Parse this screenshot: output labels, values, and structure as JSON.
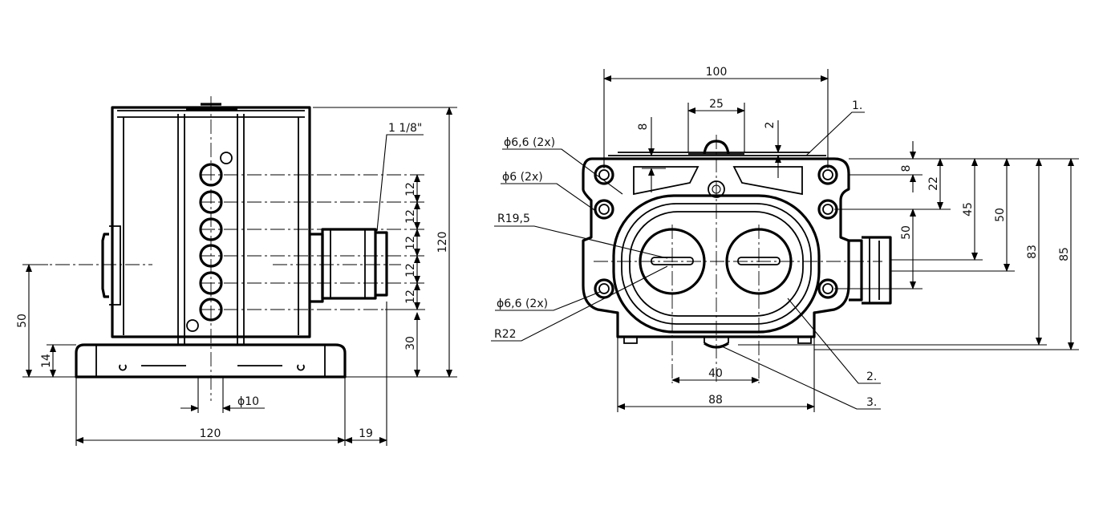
{
  "side_view": {
    "dims": {
      "pitch": "12",
      "height_total": "120",
      "height_base_plate": "30",
      "width_total": "120",
      "cable_gland_projection": "19",
      "hole_diameter": "ϕ10",
      "base_thickness": "14",
      "axis_height": "50",
      "gland_thread": "1 1/8\""
    }
  },
  "front_view": {
    "dims": {
      "width_top": "100",
      "slot_width": "25",
      "top_offset_left": "8",
      "top_offset_right": "2",
      "right_8": "8",
      "right_22": "22",
      "right_45": "45",
      "right_50": "50",
      "right_83": "83",
      "right_85": "85",
      "inner_50": "50",
      "button_spacing": "40",
      "body_width": "88",
      "hole_66_top": "ϕ6,6 (2x)",
      "hole_6": "ϕ6 (2x)",
      "hole_66_bottom": "ϕ6,6 (2x)",
      "radius_195": "R19,5",
      "radius_22": "R22"
    },
    "callouts": [
      "1.",
      "2.",
      "3."
    ]
  }
}
